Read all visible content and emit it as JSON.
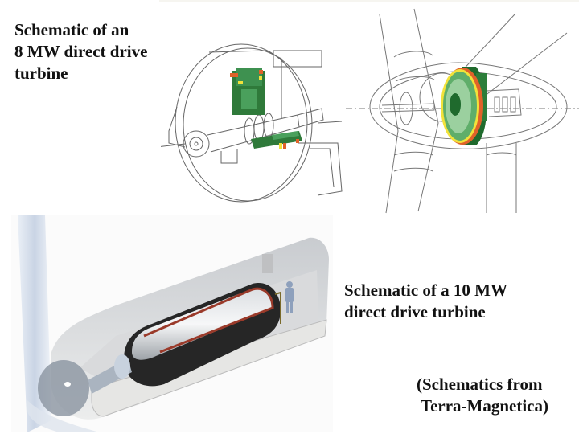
{
  "captions": {
    "turbine_8mw": [
      "Schematic of an",
      "8 MW direct drive",
      "turbine"
    ],
    "turbine_10mw": [
      "Schematic of a 10 MW",
      "direct drive turbine"
    ],
    "source": [
      "(Schematics from",
      "Terra-Magnetica)"
    ]
  },
  "figures": {
    "side_view_8mw": {
      "alt": "Line drawing cross-section of 8 MW direct drive generator with green stator highlights"
    },
    "front_view_8mw": {
      "alt": "Line drawing of nacelle and hub with green ring generator"
    },
    "render_10mw": {
      "alt": "3D cutaway render of 10 MW nacelle with large generator drum and human figure for scale"
    }
  },
  "colors": {
    "stator_green": "#2f7a3a",
    "accent_orange": "#e0622a",
    "accent_yellow": "#f2e23a",
    "generator_coil_red": "#9a3a2a"
  }
}
